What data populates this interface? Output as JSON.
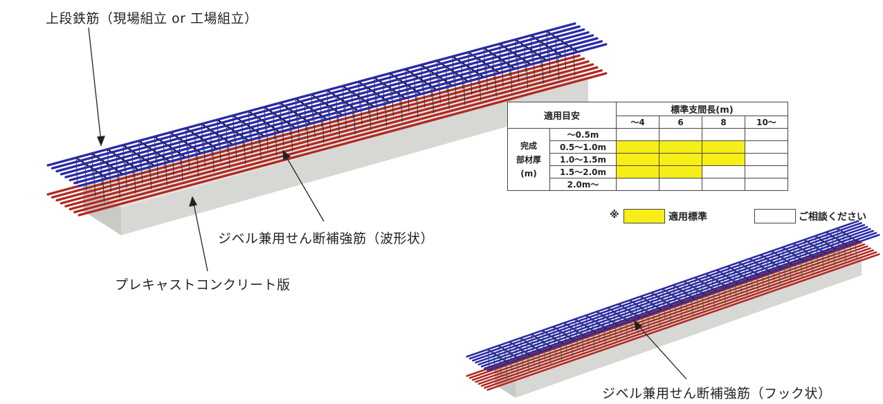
{
  "labels": {
    "top_rebar": "上段鉄筋（現場組立 or 工場組立）",
    "shear_wave": "ジベル兼用せん断補強筋（波形状）",
    "precast_slab": "プレキャストコンクリート版",
    "shear_hook": "ジベル兼用せん断補強筋（フック状）"
  },
  "table": {
    "corner": "適用目安",
    "span_header": "標準支間長(m)",
    "span_cols": [
      "〜4",
      "6",
      "8",
      "10〜"
    ],
    "thickness_label_1": "完成",
    "thickness_label_2": "部材厚",
    "thickness_label_3": "(m)",
    "rows": [
      {
        "range": "〜0.5m",
        "standard": [
          false,
          false,
          false,
          false
        ]
      },
      {
        "range": "0.5〜1.0m",
        "standard": [
          true,
          true,
          true,
          false
        ]
      },
      {
        "range": "1.0〜1.5m",
        "standard": [
          true,
          true,
          true,
          false
        ]
      },
      {
        "range": "1.5〜2.0m",
        "standard": [
          true,
          true,
          false,
          false
        ]
      },
      {
        "range": "2.0m〜",
        "standard": [
          false,
          false,
          false,
          false
        ]
      }
    ]
  },
  "legend": {
    "mark": "※",
    "standard_label": "適用標準",
    "consult_label": "ご相談ください",
    "standard_color": "#f7ee17"
  },
  "colors": {
    "top_bar": "#2a2aa8",
    "bottom_bar": "#b02a22",
    "mesh": "#1a1a1a",
    "concrete_top": "#e4e4e2",
    "concrete_side": "#c9c9c6",
    "hook_bar": "#3f6b3a"
  }
}
